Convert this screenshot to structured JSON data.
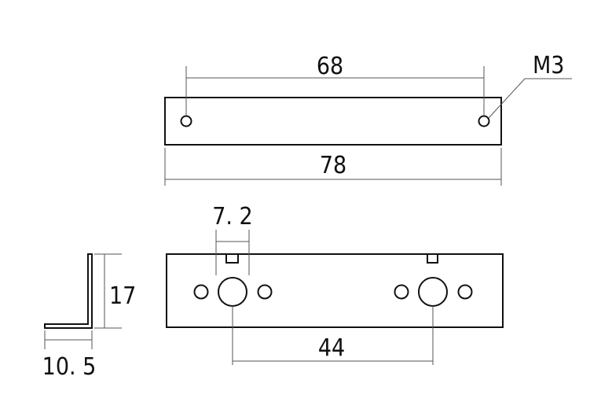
{
  "top_view": {
    "hole_spacing": "68",
    "overall_length": "78",
    "thread_callout": "M3"
  },
  "front_view": {
    "slot_width": "7. 2",
    "hole_spacing": "44"
  },
  "side_view": {
    "height": "17",
    "width": "10. 5"
  }
}
